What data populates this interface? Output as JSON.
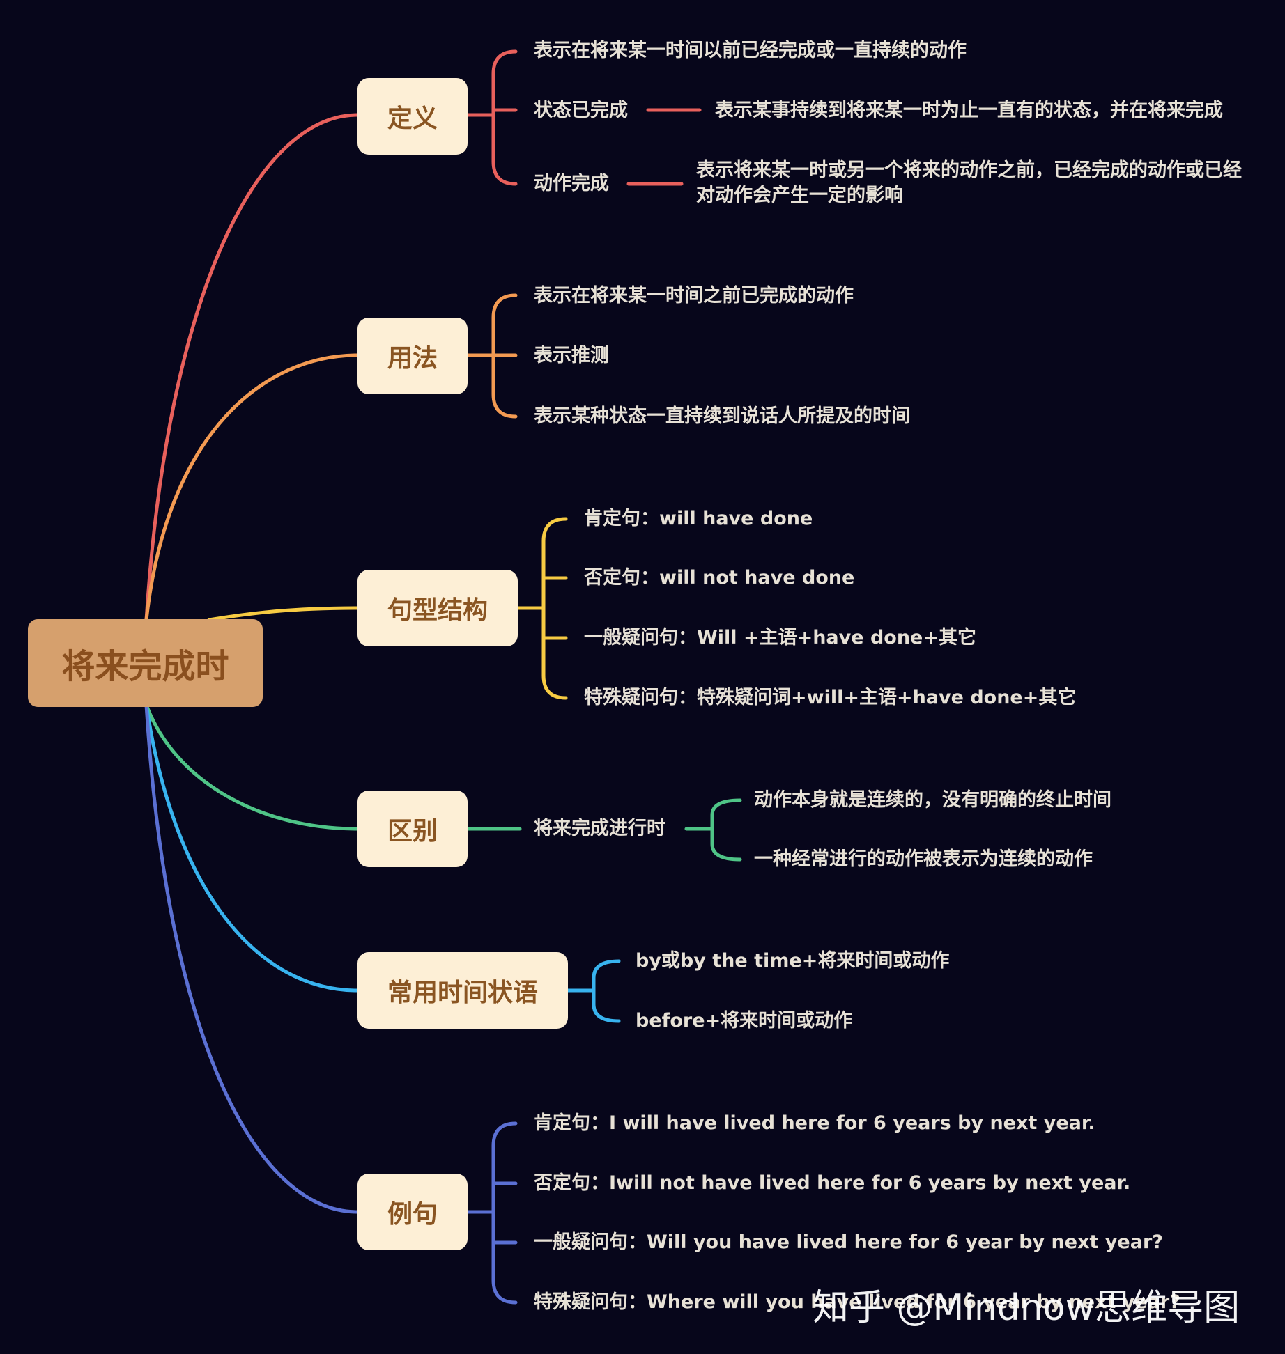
{
  "colors": {
    "background": "#07061b",
    "root_fill": "#d6a06d",
    "node_fill": "#fdefd6",
    "branch_definition": "#e8605c",
    "branch_usage": "#f39a52",
    "branch_structure": "#f7cb43",
    "branch_difference": "#4fc487",
    "branch_time_adverbials": "#38b3ef",
    "branch_examples": "#5b70d4"
  },
  "root": {
    "label": "将来完成时"
  },
  "branches": {
    "definition": {
      "label": "定义",
      "items": [
        "表示在将来某一时间以前已经完成或一直持续的动作",
        "状态已完成",
        "动作完成"
      ],
      "details": [
        "表示某事持续到将来某一时为止一直有的状态，并在将来完成",
        "表示将来某一时或另一个将来的动作之前，已经完成的动作或已经对动作会产生一定的影响"
      ]
    },
    "usage": {
      "label": "用法",
      "items": [
        "表示在将来某一时间之前已完成的动作",
        "表示推测",
        "表示某种状态一直持续到说话人所提及的时间"
      ]
    },
    "structure": {
      "label": "句型结构",
      "items": [
        "肯定句：will have done",
        "否定句：will not have done",
        "一般疑问句：Will +主语+have done+其它",
        "特殊疑问句：特殊疑问词+will+主语+have done+其它"
      ]
    },
    "difference": {
      "label": "区别",
      "item": "将来完成进行时",
      "details": [
        "动作本身就是连续的，没有明确的终止时间",
        "一种经常进行的动作被表示为连续的动作"
      ]
    },
    "time_adverbials": {
      "label": "常用时间状语",
      "items": [
        "by或by the time+将来时间或动作",
        "before+将来时间或动作"
      ]
    },
    "examples": {
      "label": "例句",
      "items": [
        "肯定句：I will have lived here for 6 years by next year.",
        "否定句：Iwill not have lived here for 6 years by next year.",
        "一般疑问句：Will you have lived here for 6 year by next year?",
        "特殊疑问句：Where will you have lived for 6 year by next year?"
      ]
    }
  },
  "watermark": "知乎 @Mindnow思维导图"
}
